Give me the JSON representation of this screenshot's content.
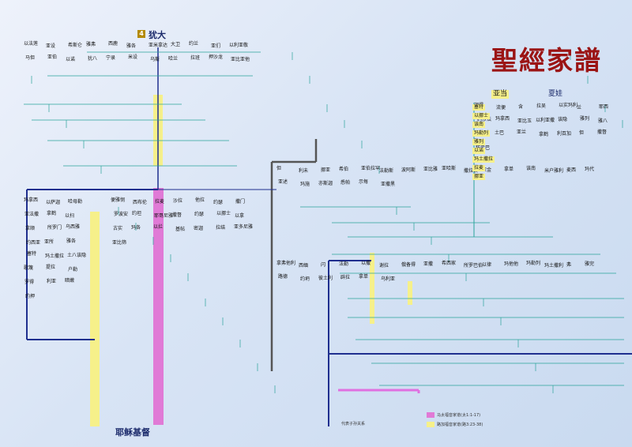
{
  "title": "聖經家譜",
  "top_ancestor": {
    "badge": "4",
    "name": "犹大"
  },
  "first_parents": {
    "adam": "亚当",
    "eve": "夏娃"
  },
  "bottom_label": "耶稣基督",
  "nodes": [
    "以法莲",
    "玛拿西",
    "便雅悯",
    "但",
    "拿弗他利",
    "迦得",
    "亚设",
    "以萨迦",
    "西布伦",
    "利未",
    "西缅",
    "流便",
    "希斯仑",
    "哈母勒",
    "拉麦",
    "挪亚",
    "闪",
    "含",
    "雅弗",
    "亚法撒",
    "沙拉",
    "希伯",
    "法勒",
    "拉吴",
    "西鹿",
    "拿鹤",
    "他拉",
    "亚伯拉罕",
    "以撒",
    "以实玛利",
    "雅各",
    "以扫",
    "约瑟",
    "法勒斯",
    "谢拉",
    "兰",
    "亚米拿达",
    "拿顺",
    "撒门",
    "波阿斯",
    "俄备得",
    "耶西",
    "大卫",
    "所罗门",
    "罗波安",
    "亚比雅",
    "亚撒",
    "约沙法",
    "约兰",
    "乌西雅",
    "约坦",
    "亚哈斯",
    "希西家",
    "玛拿西",
    "亚们",
    "约西亚",
    "耶哥尼雅",
    "撒拉铁",
    "所罗巴伯",
    "亚比玉",
    "以利亚敬",
    "亚所",
    "撒督",
    "亚金",
    "以律",
    "以利亚撒",
    "马但",
    "雅各",
    "约瑟",
    "拿单",
    "玛他他",
    "该隐",
    "亚伯",
    "塞特",
    "以挪士",
    "该南",
    "玛勒列",
    "雅列",
    "以诺",
    "玛土撒拉",
    "以拿",
    "米户雅利",
    "玛土撒利",
    "雅八",
    "犹八",
    "土八该隐",
    "古实",
    "麦西",
    "弗",
    "迦南",
    "宁录",
    "歌篾",
    "玛各",
    "玛代",
    "雅完",
    "土巴",
    "米设",
    "提拉",
    "以拦",
    "亚述",
    "路德",
    "亚兰",
    "乌斯",
    "户勒",
    "基帖",
    "玛施",
    "约坍",
    "拿鹤",
    "哈兰",
    "罗得",
    "密迦",
    "亦斯迦",
    "彼土利",
    "利百加",
    "拉班",
    "利亚",
    "拉结",
    "悉帕",
    "辟拉",
    "但",
    "押沙龙",
    "暗嫩",
    "亚多尼雅",
    "示每",
    "拿单",
    "撒督",
    "亚比亚他",
    "约押",
    "亚比筛",
    "亚撒黑",
    "乌利亚",
    "拔示巴"
  ],
  "gold_ancestors": [
    "塞特",
    "以挪士",
    "该南",
    "玛勒列",
    "雅列",
    "以诺",
    "玛土撒拉",
    "拉麦",
    "挪亚"
  ],
  "legend": [
    {
      "text": "马太福音家谱(太1:1-17)"
    },
    {
      "text": "路加福音家谱(路3:23-38)"
    }
  ],
  "note": "代表子孙关系"
}
